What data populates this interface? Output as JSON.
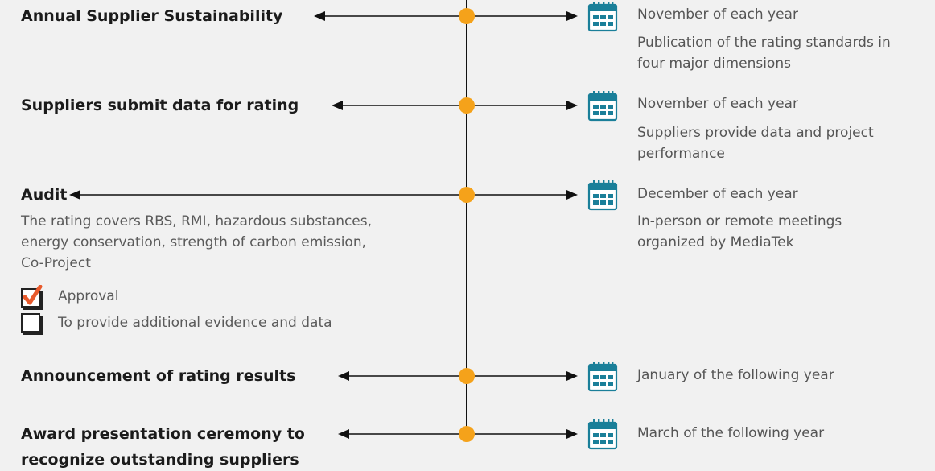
{
  "colors": {
    "accent_dot": "#f5a21a",
    "check_mark": "#e8592b",
    "calendar_icon": "#1a7f99",
    "line": "#111111"
  },
  "icons": {
    "calendar": "calendar-icon",
    "checkbox": "checkbox-icon"
  },
  "stages": [
    {
      "title": "Annual Supplier Sustainability",
      "date": "November of each year",
      "detail": "Publication of the rating standards in four major dimensions"
    },
    {
      "title": "Suppliers submit data for rating",
      "date": "November of each year",
      "detail": "Suppliers provide data and project performance"
    },
    {
      "title": "Audit",
      "description": "The rating covers RBS, RMI, hazardous substances, energy conservation, strength of carbon emission, Co-Project",
      "options": [
        {
          "label": "Approval",
          "checked": true
        },
        {
          "label": "To provide additional evidence and data",
          "checked": false
        }
      ],
      "date": "December of each year",
      "detail": "In-person or remote meetings organized by MediaTek"
    },
    {
      "title": "Announcement of rating results",
      "date": "January of the following year"
    },
    {
      "title_line1": "Award presentation ceremony to",
      "title_line2": "recognize outstanding suppliers",
      "date": "March of the following year"
    }
  ]
}
